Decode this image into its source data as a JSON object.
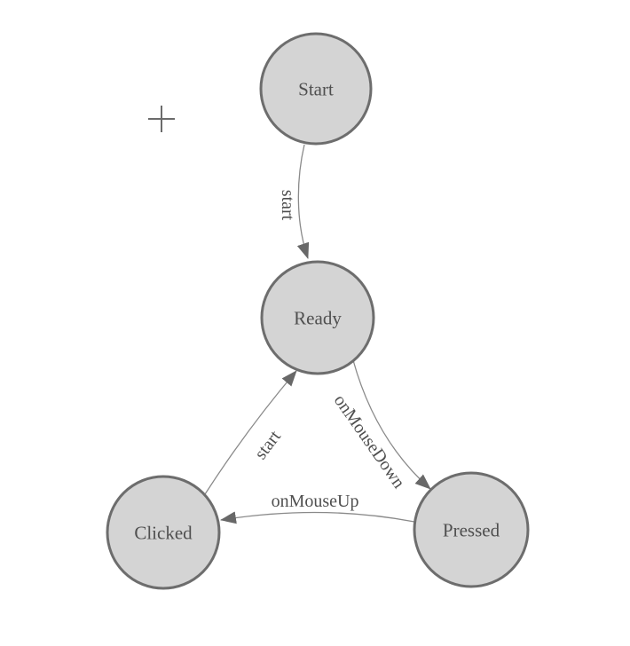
{
  "diagram": {
    "type": "state-machine",
    "nodes": [
      {
        "id": "start",
        "label": "Start"
      },
      {
        "id": "ready",
        "label": "Ready"
      },
      {
        "id": "clicked",
        "label": "Clicked"
      },
      {
        "id": "pressed",
        "label": "Pressed"
      }
    ],
    "edges": [
      {
        "from": "start",
        "to": "ready",
        "label": "start"
      },
      {
        "from": "ready",
        "to": "pressed",
        "label": "onMouseDown"
      },
      {
        "from": "pressed",
        "to": "clicked",
        "label": "onMouseUp"
      },
      {
        "from": "clicked",
        "to": "ready",
        "label": "start"
      }
    ],
    "icons": [
      {
        "name": "crosshair-icon"
      }
    ],
    "colors": {
      "background": "#ffffff",
      "node_fill": "#d4d4d4",
      "node_border": "#6d6d6d",
      "edge_line": "#8a8a8a",
      "arrowhead": "#686868",
      "label_text": "#4f4f4f",
      "crosshair": "#6b6b6b"
    }
  }
}
